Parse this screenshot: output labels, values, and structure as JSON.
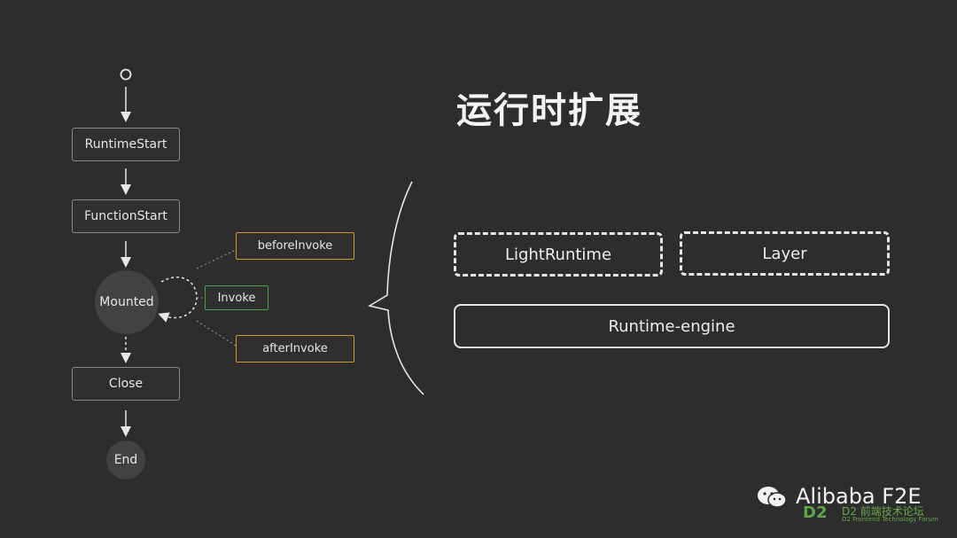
{
  "title": "运行时扩展",
  "lifecycle": {
    "runtime_start": "RuntimeStart",
    "function_start": "FunctionStart",
    "mounted": "Mounted",
    "close": "Close",
    "end": "End"
  },
  "hooks": {
    "before_invoke": "beforeInvoke",
    "invoke": "Invoke",
    "after_invoke": "afterInvoke"
  },
  "extension": {
    "light_runtime": "LightRuntime",
    "layer": "Layer",
    "runtime_engine": "Runtime-engine"
  },
  "footer": {
    "brand": "Alibaba F2E",
    "d2_mark": "D2",
    "forum_cn": "D2 前端技术论坛",
    "forum_en": "D2 Frontend Technology Forum"
  },
  "colors": {
    "background": "#2d2d2d",
    "hook_outline": "#c79a2e",
    "invoke_outline": "#46a04e",
    "brand_green": "#6aa84f"
  },
  "icons": [
    "start-circle-icon",
    "down-arrow-icon",
    "loop-arrow-icon",
    "wechat-icon"
  ]
}
